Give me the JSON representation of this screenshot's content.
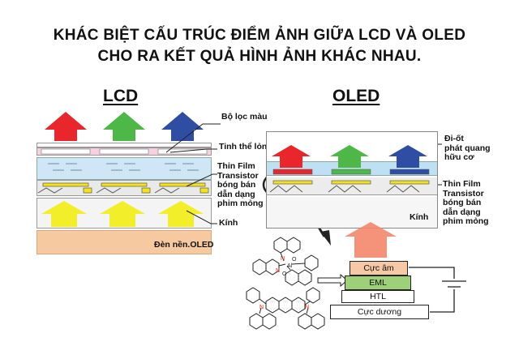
{
  "title": {
    "line1": "KHÁC BIỆT CẤU TRÚC ĐIỂM ẢNH GIỮA LCD VÀ OLED",
    "line2": "CHO RA KẾT QUẢ HÌNH ẢNH KHÁC NHAU."
  },
  "lcd": {
    "heading": "LCD",
    "labels": {
      "color_filter": "Bộ lọc màu",
      "liquid_crystal": "Tinh thể lỏng",
      "tft": [
        "Thin Film",
        "Transistor",
        "bóng bán",
        "dẫn dạng",
        "phim mỏng"
      ],
      "glass": "Kính",
      "backlight": "Đèn nền.OLED"
    }
  },
  "oled": {
    "heading": "OLED",
    "labels": {
      "diode": [
        "Đi-ốt",
        "phát quang",
        "hữu cơ"
      ],
      "tft": [
        "Thin Film",
        "Transistor",
        "bóng bán",
        "dẫn dạng",
        "phim mỏng"
      ],
      "glass": "Kính"
    }
  },
  "stack": {
    "cathode": "Cực âm",
    "eml": "EML",
    "htl": "HTL",
    "anode": "Cực dương"
  },
  "colors": {
    "red": "#e8262b",
    "green": "#4db848",
    "blue": "#2f4ea3",
    "yellow": "#f2ee2a",
    "backlight": "#f7c9a0",
    "liquid": "#cfe6f5",
    "filter_pink": "#f6cfe0",
    "eml_green": "#9ed07a",
    "cathode_peach": "#f7c8a6",
    "emission_arrow": "#f3876b"
  }
}
